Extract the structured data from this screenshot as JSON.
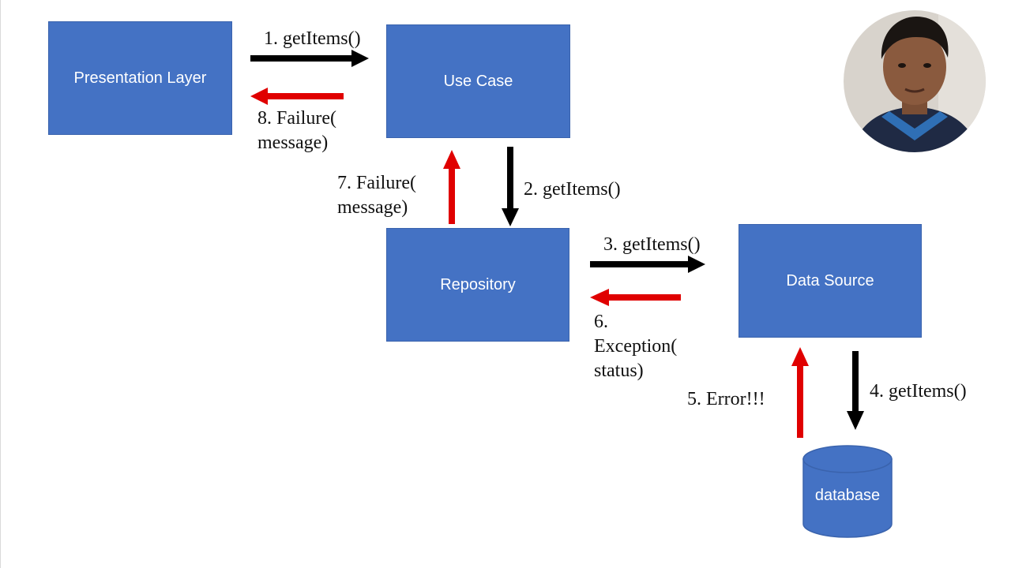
{
  "diagram": {
    "nodes": {
      "presentation": "Presentation Layer",
      "use_case": "Use Case",
      "repository": "Repository",
      "data_source": "Data Source",
      "database": "database"
    },
    "edges": [
      {
        "step": "1. getItems()",
        "from": "presentation",
        "to": "use_case",
        "color": "#000000"
      },
      {
        "step": "2. getItems()",
        "from": "use_case",
        "to": "repository",
        "color": "#000000"
      },
      {
        "step": "3. getItems()",
        "from": "repository",
        "to": "data_source",
        "color": "#000000"
      },
      {
        "step": "4. getItems()",
        "from": "data_source",
        "to": "database",
        "color": "#000000"
      },
      {
        "step": "5. Error!!!",
        "from": "database",
        "to": "data_source",
        "color": "#e00000"
      },
      {
        "step": "6.\nException(\nstatus)",
        "from": "data_source",
        "to": "repository",
        "color": "#e00000"
      },
      {
        "step": "7. Failure(\nmessage)",
        "from": "repository",
        "to": "use_case",
        "color": "#e00000"
      },
      {
        "step": "8. Failure(\nmessage)",
        "from": "use_case",
        "to": "presentation",
        "color": "#e00000"
      }
    ]
  },
  "colors": {
    "box_fill": "#4472c4",
    "call_arrow": "#000000",
    "error_arrow": "#e00000"
  }
}
